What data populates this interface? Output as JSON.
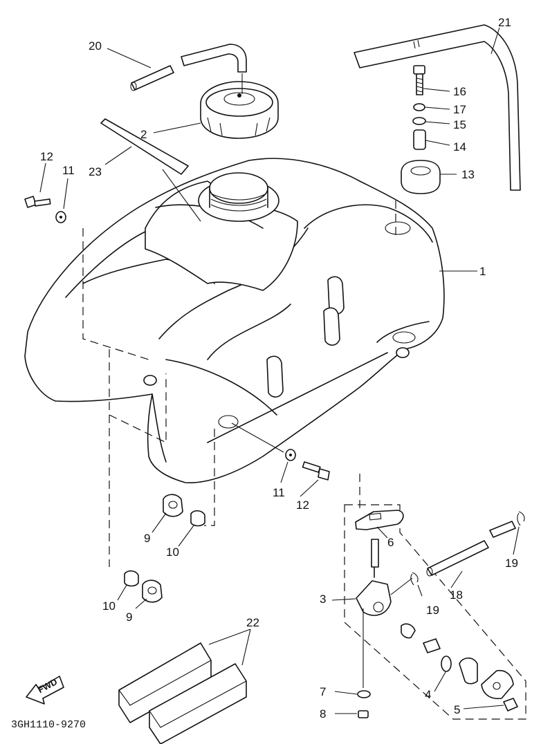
{
  "diagram": {
    "code": "3GH1110-9270",
    "fwd_label": "FWD",
    "callouts": {
      "c1": "1",
      "c2": "2",
      "c3": "3",
      "c4": "4",
      "c5": "5",
      "c6": "6",
      "c7": "7",
      "c8": "8",
      "c9a": "9",
      "c9b": "9",
      "c10a": "10",
      "c10b": "10",
      "c11a": "11",
      "c11b": "11",
      "c12a": "12",
      "c12b": "12",
      "c13": "13",
      "c14": "14",
      "c15": "15",
      "c16": "16",
      "c17": "17",
      "c18": "18",
      "c19a": "19",
      "c19b": "19",
      "c20": "20",
      "c21": "21",
      "c22": "22",
      "c23": "23"
    }
  }
}
